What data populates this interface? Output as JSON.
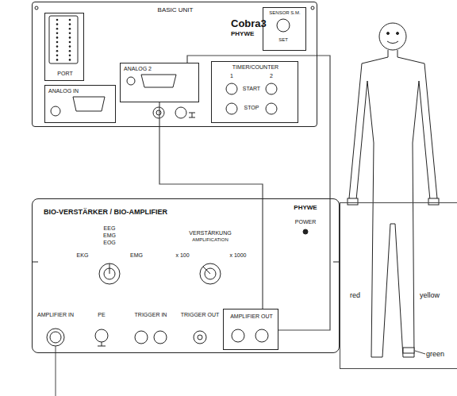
{
  "diagram": {
    "nodes": [
      {
        "text": [
          "BASIC UNIT",
          "Cobra3",
          "PHYWE"
        ]
      },
      {
        "text": [
          "SENSOR S.M."
        ],
        "in": 0
      },
      {
        "text": [
          "PORT"
        ],
        "in": 0
      },
      {
        "text": [
          "ANALOG IN"
        ],
        "in": 0
      },
      {
        "text": [
          "ANALOG 2"
        ],
        "in": 0
      },
      {
        "text": [
          "TIMER/COUNTER"
        ],
        "in": 0
      },
      {
        "text": [
          "BIO-VERSTÄRKER / BIO-AMPLIFIER"
        ]
      },
      {
        "text": [
          "AMPLIFIER OUT"
        ],
        "in": 6
      },
      {
        "text": [
          "red",
          "yellow",
          "green"
        ]
      }
    ],
    "edges": [
      {
        "from": 7,
        "to": 4,
        "arrow": "none"
      },
      {
        "from": 7,
        "to": 4,
        "arrow": "none"
      }
    ],
    "labels": [
      "PHYWE",
      "POWER",
      "EEG",
      "EMG",
      "EOG",
      "EKG",
      "EMG",
      "VERSTÄRKUNG",
      "AMPLIFICATION",
      "x 100",
      "x 1000",
      "AMPLIFIER IN",
      "PE",
      "TRIGGER IN",
      "TRIGGER OUT",
      "1",
      "2",
      "START",
      "STOP",
      "SET"
    ]
  }
}
